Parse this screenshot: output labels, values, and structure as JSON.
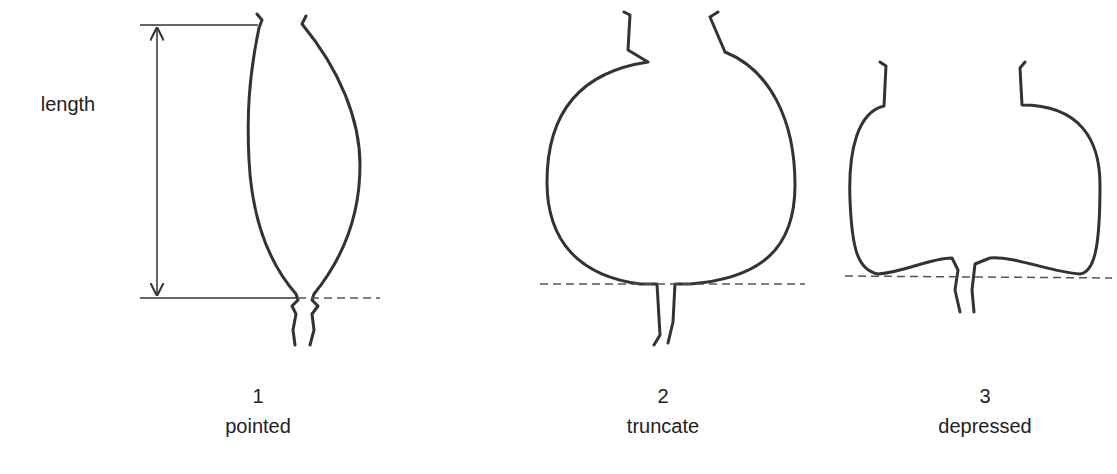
{
  "diagram": {
    "labels": [
      "length",
      "1",
      "pointed",
      "2",
      "truncate",
      "3",
      "depressed"
    ]
  }
}
